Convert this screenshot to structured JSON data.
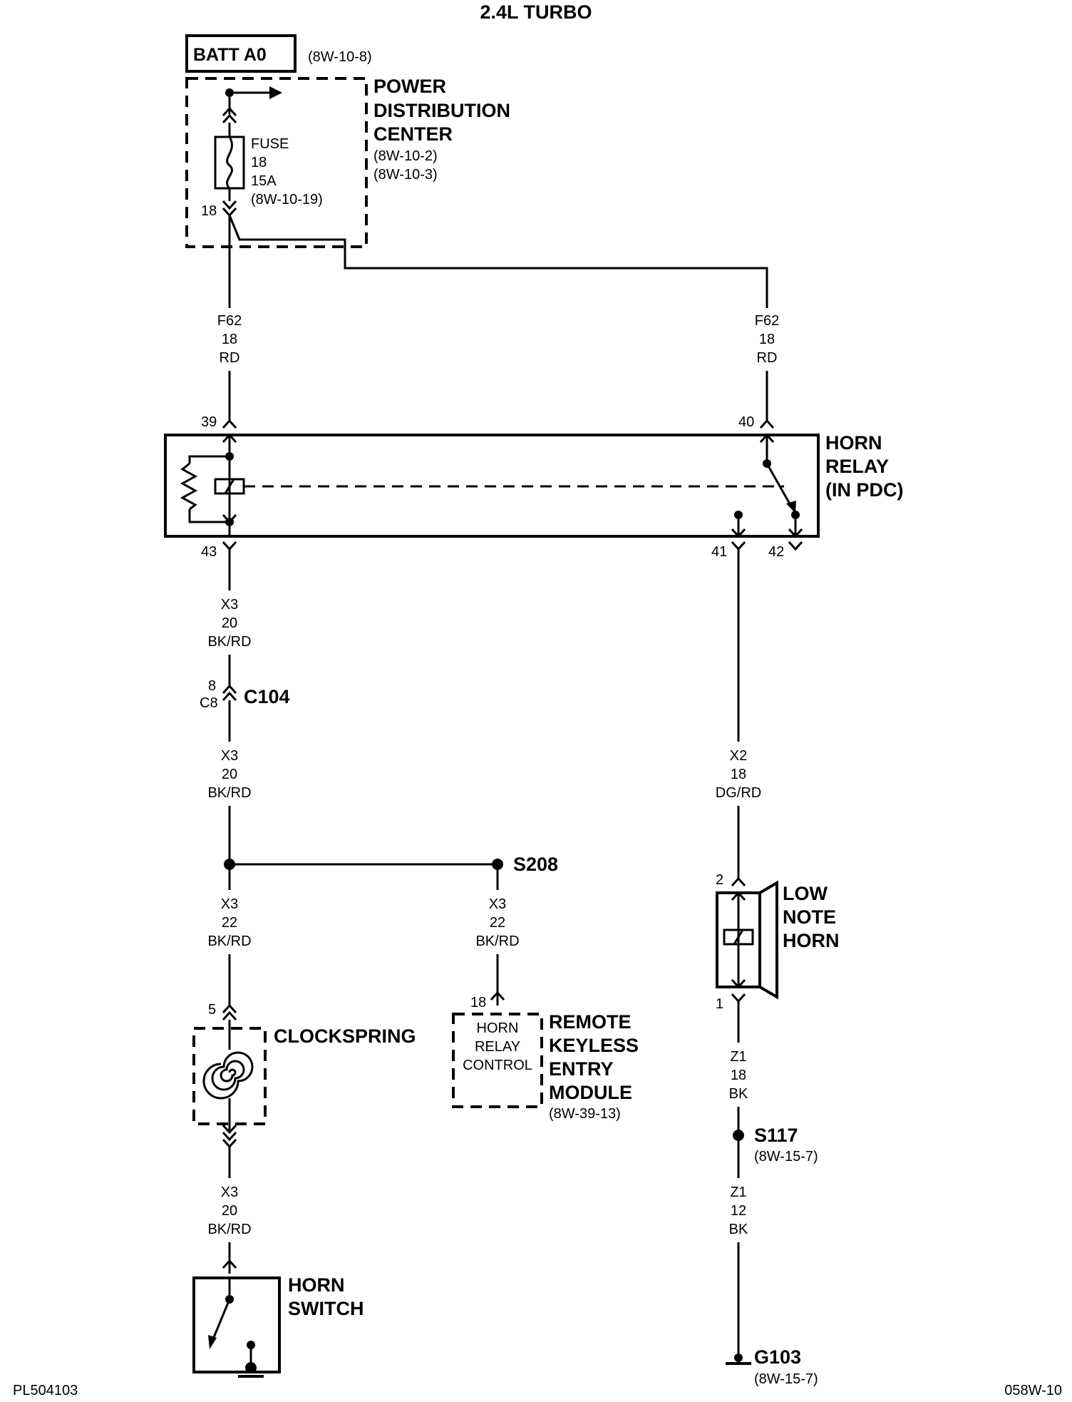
{
  "title": "2.4L TURBO",
  "batt": {
    "label": "BATT A0",
    "ref": "(8W-10-8)"
  },
  "pdc": {
    "line1": "POWER",
    "line2": "DISTRIBUTION",
    "line3": "CENTER",
    "ref1": "(8W-10-2)",
    "ref2": "(8W-10-3)"
  },
  "fuse": {
    "l1": "FUSE",
    "l2": "18",
    "l3": "15A",
    "ref": "(8W-10-19)",
    "pin": "18"
  },
  "wires": {
    "f62_left": [
      "F62",
      "18",
      "RD"
    ],
    "f62_right": [
      "F62",
      "18",
      "RD"
    ],
    "x3_a": [
      "X3",
      "20",
      "BK/RD"
    ],
    "x3_b": [
      "X3",
      "20",
      "BK/RD"
    ],
    "x3_c": [
      "X3",
      "22",
      "BK/RD"
    ],
    "x3_d": [
      "X3",
      "22",
      "BK/RD"
    ],
    "x3_e": [
      "X3",
      "20",
      "BK/RD"
    ],
    "x2": [
      "X2",
      "18",
      "DG/RD"
    ],
    "z1_a": [
      "Z1",
      "18",
      "BK"
    ],
    "z1_b": [
      "Z1",
      "12",
      "BK"
    ]
  },
  "relay": {
    "line1": "HORN",
    "line2": "RELAY",
    "line3": "(IN PDC)",
    "pin39": "39",
    "pin40": "40",
    "pin43": "43",
    "pin41": "41",
    "pin42": "42"
  },
  "c104": {
    "label": "C104",
    "pin": "8",
    "cavity": "C8"
  },
  "s208": "S208",
  "clockspring": {
    "label": "CLOCKSPRING",
    "pin": "5"
  },
  "horn_switch": {
    "line1": "HORN",
    "line2": "SWITCH"
  },
  "rke": {
    "pin": "18",
    "inner1": "HORN",
    "inner2": "RELAY",
    "inner3": "CONTROL",
    "line1": "REMOTE",
    "line2": "KEYLESS",
    "line3": "ENTRY",
    "line4": "MODULE",
    "ref": "(8W-39-13)"
  },
  "horn": {
    "line1": "LOW",
    "line2": "NOTE",
    "line3": "HORN",
    "pin2": "2",
    "pin1": "1"
  },
  "s117": {
    "label": "S117",
    "ref": "(8W-15-7)"
  },
  "g103": {
    "label": "G103",
    "ref": "(8W-15-7)"
  },
  "footer": {
    "left": "PL504103",
    "right": "058W-10"
  }
}
